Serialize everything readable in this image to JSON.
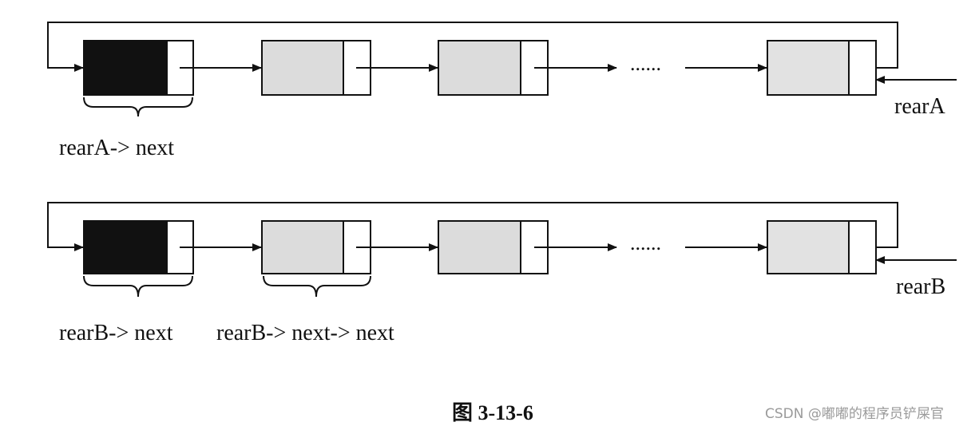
{
  "diagram": {
    "rows": [
      {
        "pointer_label": "rearA",
        "brace_labels": [
          "rearA-> next"
        ],
        "continuation": "......"
      },
      {
        "pointer_label": "rearB",
        "brace_labels": [
          "rearB-> next",
          "rearB-> next-> next"
        ],
        "continuation": "......"
      }
    ],
    "colors": {
      "head_node": "#111111",
      "data_node": "#dcdcdc",
      "line": "#111111"
    }
  },
  "caption": "图 3-13-6",
  "watermark": "CSDN @嘟嘟的程序员铲屎官"
}
